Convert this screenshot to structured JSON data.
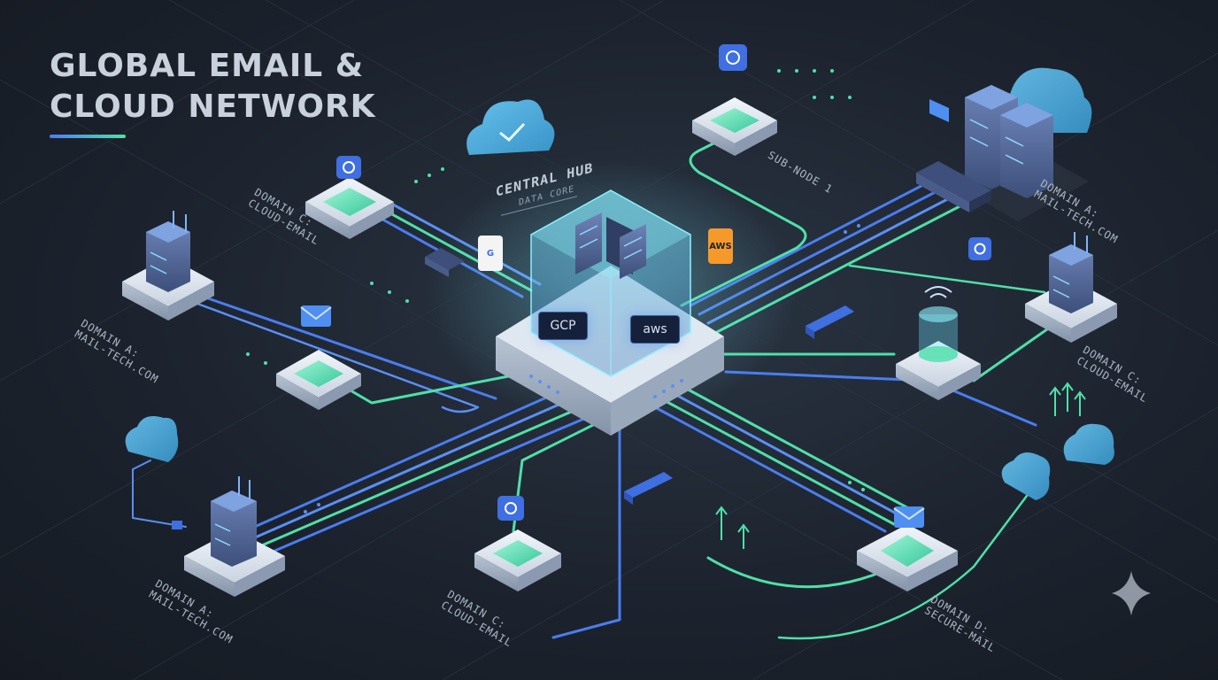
{
  "title": {
    "line1": "GLOBAL EMAIL &",
    "line2": "CLOUD NETWORK"
  },
  "hub": {
    "title": "CENTRAL HUB",
    "subtitle": "DATA CORE",
    "badge_left": "GCP",
    "badge_right": "aws"
  },
  "side_tags": {
    "left": "G",
    "right": "AWS"
  },
  "labels": {
    "top_left": [
      "DOMAIN C:",
      "CLOUD-EMAIL"
    ],
    "left": [
      "DOMAIN A:",
      "MAIL-TECH.COM"
    ],
    "bottom_left": [
      "DOMAIN A:",
      "MAIL-TECH.COM"
    ],
    "bottom_center": [
      "DOMAIN C:",
      "CLOUD-EMAIL"
    ],
    "top_center": [
      "SUB-NODE 1"
    ],
    "top_right": [
      "DOMAIN A:",
      "MAIL-TECH.COM"
    ],
    "right": [
      "DOMAIN C:",
      "CLOUD-EMAIL"
    ],
    "bottom_right": [
      "DOMAIN D:",
      "SECURE-MAIL"
    ]
  },
  "icons": [
    "at-icon",
    "envelope-icon",
    "cloud-icon",
    "server-icon",
    "switch-icon",
    "sparkle-icon"
  ],
  "colors": {
    "blue_line": "#4a7df0",
    "green_line": "#4fe0a8",
    "accent_glow": "#6ee7ff",
    "background": "#1c232e"
  }
}
